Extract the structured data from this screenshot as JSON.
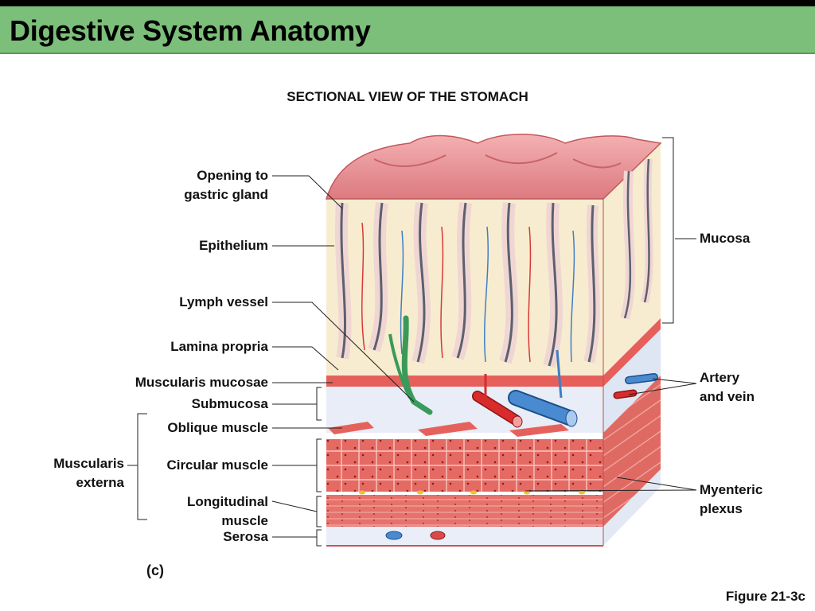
{
  "slide": {
    "title": "Digestive System Anatomy",
    "subtitle": "SECTIONAL VIEW OF THE STOMACH",
    "panel_letter": "(c)",
    "figure_label": "Figure 21-3c"
  },
  "labels": {
    "opening_line1": "Opening to",
    "opening_line2": "gastric gland",
    "epithelium": "Epithelium",
    "lymph_vessel": "Lymph vessel",
    "lamina_propria": "Lamina propria",
    "muscularis_mucosae": "Muscularis mucosae",
    "submucosa": "Submucosa",
    "oblique_muscle": "Oblique muscle",
    "muscularis_line1": "Muscularis",
    "muscularis_line2": "externa",
    "circular_muscle": "Circular muscle",
    "longitudinal_line1": "Longitudinal",
    "longitudinal_line2": "muscle",
    "serosa": "Serosa",
    "mucosa": "Mucosa",
    "artery_line1": "Artery",
    "artery_line2": "and vein",
    "myenteric_line1": "Myenteric",
    "myenteric_line2": "plexus"
  },
  "colors": {
    "title_bar": "#7cbf7a",
    "mucosa_surface": "#e88a8e",
    "lamina": "#f7e9c4",
    "submucosa": "#e6ecf7",
    "muscle": "#e36a63",
    "artery": "#d92b2b",
    "vein": "#3d7fc4",
    "lymph": "#3a9a5a"
  }
}
